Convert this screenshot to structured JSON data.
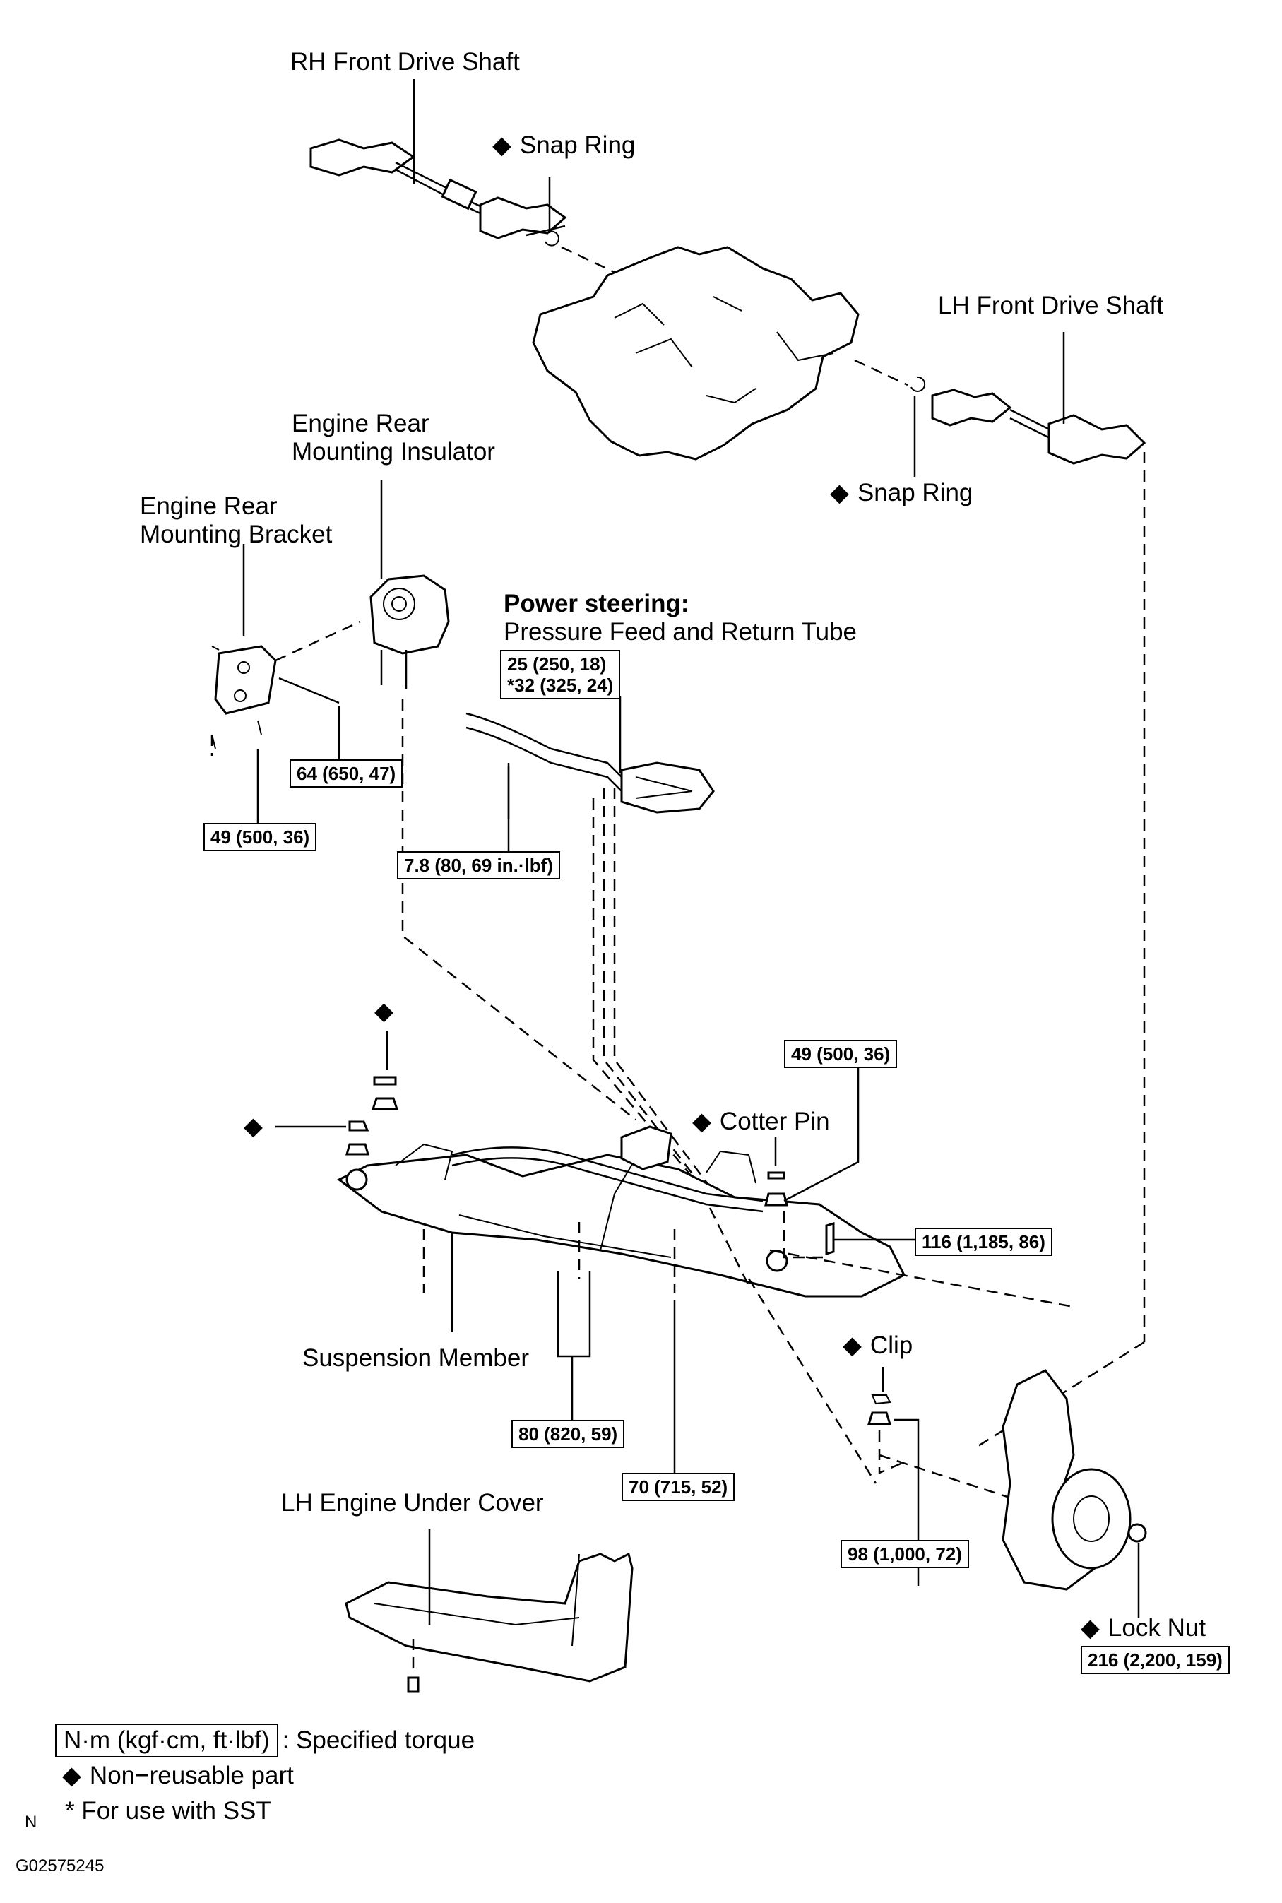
{
  "labels": {
    "rh_drive_shaft": "RH Front Drive Shaft",
    "snap_ring_top": "Snap Ring",
    "lh_drive_shaft": "LH Front Drive Shaft",
    "snap_ring_right": "Snap Ring",
    "engine_rear_mounting_insulator_1": "Engine Rear",
    "engine_rear_mounting_insulator_2": "Mounting Insulator",
    "engine_rear_mounting_bracket_1": "Engine Rear",
    "engine_rear_mounting_bracket_2": "Mounting Bracket",
    "power_steering": "Power steering:",
    "pressure_feed_tube": "Pressure Feed and Return Tube",
    "cotter_pin": "Cotter Pin",
    "suspension_member": "Suspension Member",
    "clip": "Clip",
    "lh_engine_under_cover": "LH Engine Under Cover",
    "lock_nut": "Lock Nut"
  },
  "torques": {
    "pressure_tube_1": "25 (250, 18)",
    "pressure_tube_2": "*32 (325, 24)",
    "bracket_bolt": "64 (650, 47)",
    "bracket_lower": "49 (500, 36)",
    "tube_clamp": "7.8 (80, 69 in.·lbf)",
    "tie_rod_nut": "49 (500, 36)",
    "member_front_bolt": "116 (1,185, 86)",
    "member_bolts": "80 (820, 59)",
    "member_rear_bolt": "70 (715, 52)",
    "lower_arm": "98 (1,000, 72)",
    "lock_nut": "216 (2,200, 159)"
  },
  "legend": {
    "unit_box": "N·m (kgf·cm, ft·lbf)",
    "unit_desc": ": Specified torque",
    "non_reusable": "Non−reusable part",
    "sst": "* For use with SST"
  },
  "symbols": {
    "non_reusable_marker": "◆"
  },
  "footer": {
    "n_mark": "N",
    "code": "G02575245"
  }
}
